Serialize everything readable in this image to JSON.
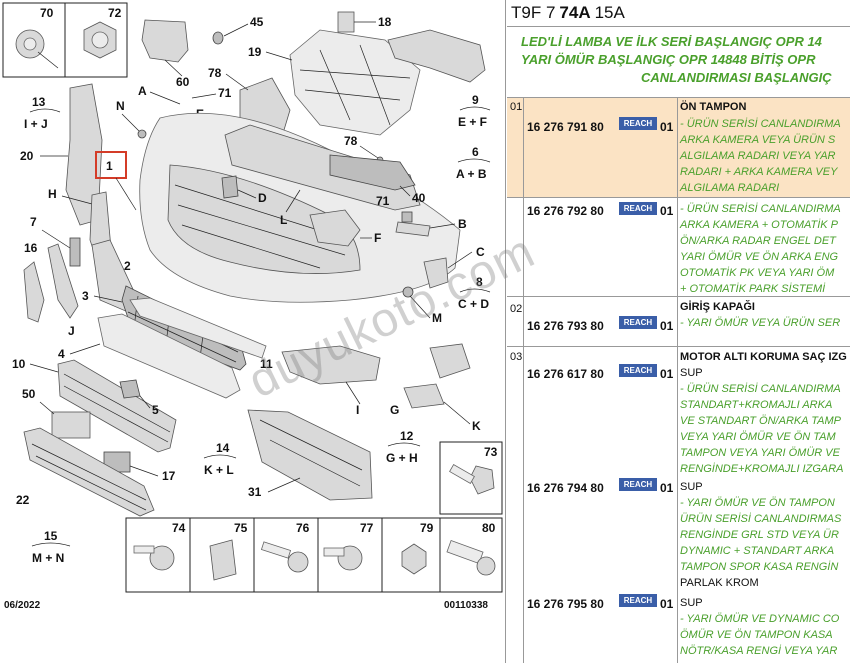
{
  "header": {
    "code_a": "T9F 7",
    "code_b": "74A",
    "code_c": "15A"
  },
  "banner": {
    "lines": [
      "LED'Lİ LAMBA VE İLK SERİ BAŞLANGIÇ OPR 14",
      "YARI ÖMÜR BAŞLANGIÇ OPR 14848 BİTİŞ OPR",
      "CANLANDIRMASI BAŞLANGIÇ"
    ]
  },
  "table": {
    "groups": [
      {
        "num": "01",
        "title": "ÖN TAMPON",
        "highlight": true,
        "entries": [
          {
            "ref": "16 276 791 80",
            "badge": "REACH",
            "qty": "01",
            "lines": [
              "- ÜRÜN SERİSİ CANLANDIRMA",
              "ARKA KAMERA VEYA ÜRÜN S",
              "ALGILAMA RADARI VEYA YAR",
              "RADARI + ARKA KAMERA VEY",
              "ALGILAMA RADARI"
            ]
          },
          {
            "ref": "16 276 792 80",
            "badge": "REACH",
            "qty": "01",
            "lines": [
              "- ÜRÜN SERİSİ CANLANDIRMA",
              "ARKA KAMERA + OTOMATİK P",
              "ÖN/ARKA RADAR ENGEL DET",
              "YARI ÖMÜR VE ÖN ARKA ENG",
              "OTOMATİK PK VEYA YARI ÖM",
              "+ OTOMATİK PARK SİSTEMİ"
            ]
          }
        ]
      },
      {
        "num": "02",
        "title": "GİRİŞ KAPAĞI",
        "highlight": false,
        "entries": [
          {
            "ref": "16 276 793 80",
            "badge": "REACH",
            "qty": "01",
            "lines": [
              "- YARI ÖMÜR VEYA ÜRÜN SER"
            ]
          }
        ]
      },
      {
        "num": "03",
        "title": "MOTOR ALTI KORUMA SAÇ IZG",
        "highlight": false,
        "entries": [
          {
            "ref": "16 276 617 80",
            "badge": "REACH",
            "qty": "01",
            "head": "SUP",
            "lines": [
              "- ÜRÜN SERİSİ CANLANDIRMA",
              "STANDART+KROMAJLI ARKA",
              "VE STANDART ÖN/ARKA TAMP",
              "VEYA YARI ÖMÜR VE ÖN TAM",
              "TAMPON VEYA YARI ÖMÜR VE",
              "RENGİNDE+KROMAJLI IZGARA"
            ]
          },
          {
            "ref": "16 276 794 80",
            "badge": "REACH",
            "qty": "01",
            "head": "SUP",
            "lines": [
              "- YARI ÖMÜR VE ÖN TAMPON",
              "ÜRÜN SERİSİ CANLANDIRMAS",
              "RENGİNDE GRL STD VEYA ÜR",
              "DYNAMIC + STANDART ARKA",
              "TAMPON SPOR KASA RENGİN"
            ],
            "tail": "PARLAK KROM"
          },
          {
            "ref": "16 276 795 80",
            "badge": "REACH",
            "qty": "01",
            "head": "SUP",
            "lines": [
              "- YARI ÖMÜR VE DYNAMIC CO",
              "ÖMÜR VE ÖN TAMPON KASA",
              "NÖTR/KASA RENGİ VEYA YAR"
            ]
          }
        ]
      }
    ]
  },
  "diagram": {
    "callouts": [
      "70",
      "72",
      "45",
      "18",
      "60",
      "19",
      "78",
      "A",
      "N",
      "71",
      "13",
      "I + J",
      "E",
      "9",
      "E + F",
      "20",
      "1",
      "6",
      "A + B",
      "78",
      "H",
      "D",
      "40",
      "71",
      "B",
      "L",
      "7",
      "F",
      "16",
      "C",
      "2",
      "8",
      "C + D",
      "3",
      "M",
      "J",
      "4",
      "11",
      "10",
      "5",
      "50",
      "I",
      "G",
      "K",
      "17",
      "14",
      "K + L",
      "12",
      "G + H",
      "73",
      "22",
      "31",
      "15",
      "M + N",
      "74",
      "75",
      "76",
      "77",
      "79",
      "80"
    ],
    "date": "06/2022",
    "ref_code": "00110338"
  },
  "watermark": "duyukoto.com"
}
